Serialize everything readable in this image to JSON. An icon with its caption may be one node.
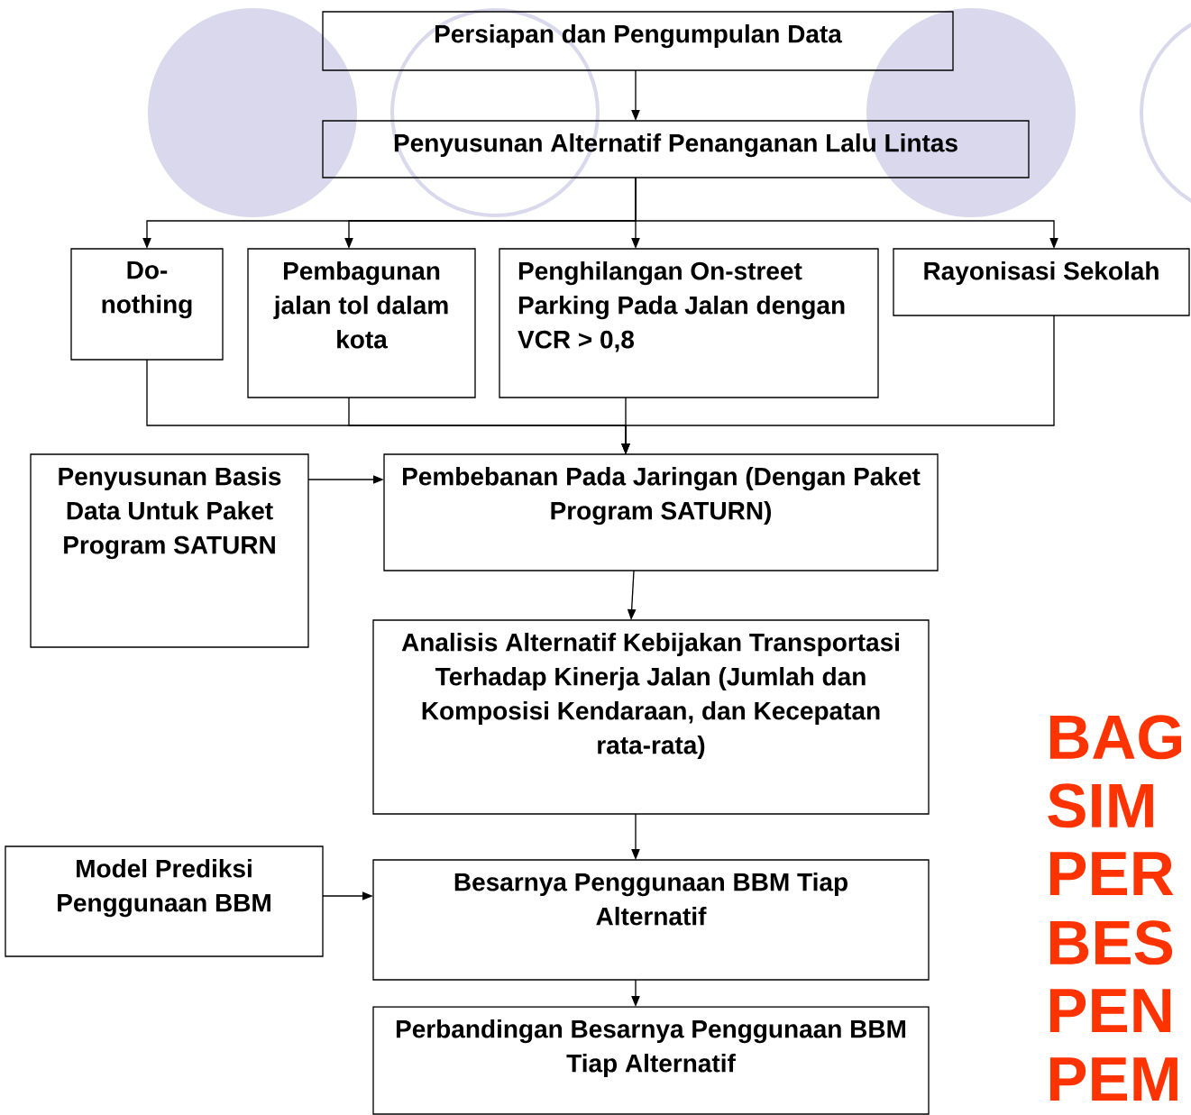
{
  "diagram": {
    "nodes": [
      {
        "text": [
          "Persiapan dan Pengumpulan Data"
        ]
      },
      {
        "text": [
          "Penyusunan Alternatif  Penanganan Lalu Lintas"
        ]
      },
      {
        "text": [
          "Do-nothing"
        ]
      },
      {
        "text": [
          "Pembagunan jalan tol dalam kota"
        ]
      },
      {
        "text": [
          "Penghilangan  On-street Parking Pada Jalan dengan VCR > 0,8"
        ]
      },
      {
        "text": [
          "Rayonisasi Sekolah"
        ]
      },
      {
        "text": [
          "Penyusunan Basis Data Untuk Paket Program SATURN"
        ]
      },
      {
        "text": [
          "Pembebanan Pada Jaringan (Dengan Paket Program SATURN)"
        ]
      },
      {
        "text": [
          "Analisis Alternatif Kebijakan Transportasi Terhadap Kinerja Jalan (Jumlah dan Komposisi Kendaraan, dan Kecepatan rata-rata)"
        ]
      },
      {
        "text": [
          "Model Prediksi Penggunaan BBM"
        ]
      },
      {
        "text": [
          "Besarnya Penggunaan BBM Tiap Alternatif"
        ]
      },
      {
        "text": [
          "Perbandingan Besarnya Penggunaan BBM Tiap Alternatif"
        ]
      }
    ],
    "edges": [
      {
        "from": 0,
        "to": 1,
        "arrow": "to"
      },
      {
        "from": 1,
        "to": 2,
        "arrow": "to"
      },
      {
        "from": 1,
        "to": 3,
        "arrow": "to"
      },
      {
        "from": 1,
        "to": 4,
        "arrow": "to"
      },
      {
        "from": 1,
        "to": 5,
        "arrow": "to"
      },
      {
        "from": 2,
        "to": 7,
        "arrow": "to"
      },
      {
        "from": 3,
        "to": 7,
        "arrow": "to"
      },
      {
        "from": 4,
        "to": 7,
        "arrow": "to"
      },
      {
        "from": 5,
        "to": 7,
        "arrow": "to"
      },
      {
        "from": 6,
        "to": 7,
        "arrow": "to"
      },
      {
        "from": 7,
        "to": 8,
        "arrow": "to"
      },
      {
        "from": 8,
        "to": 10,
        "arrow": "to"
      },
      {
        "from": 9,
        "to": 10,
        "arrow": "to"
      },
      {
        "from": 10,
        "to": 11,
        "arrow": "to"
      }
    ],
    "labels": [
      "BAG",
      "SIM",
      "PER",
      "BES",
      "PEN",
      "PEM"
    ]
  }
}
